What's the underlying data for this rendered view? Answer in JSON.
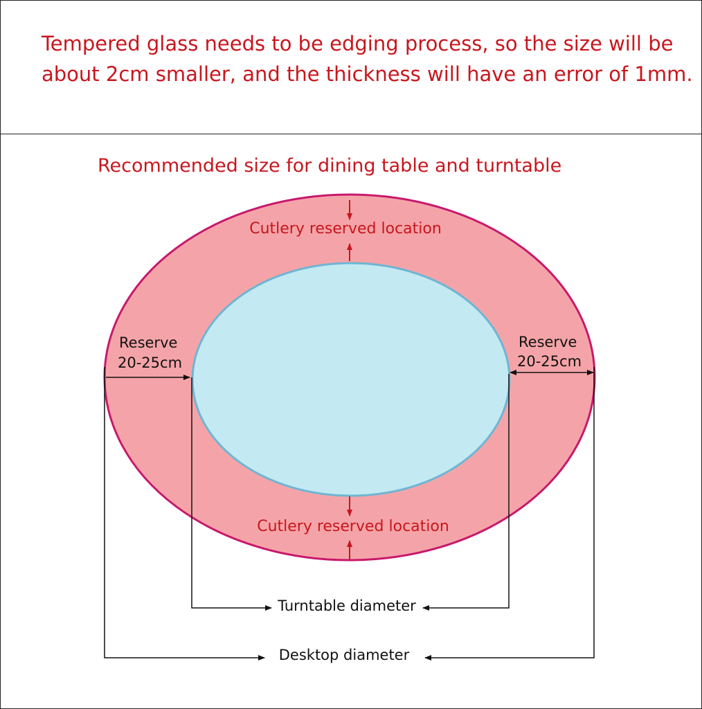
{
  "notice": {
    "line1": "Tempered glass needs to be edging process, so the size will be",
    "line2": "about 2cm smaller, and the thickness will have an error of 1mm."
  },
  "diagram": {
    "title": "Recommended size for dining table and turntable",
    "cutlery_top": "Cutlery reserved location",
    "cutlery_bottom": "Cutlery reserved location",
    "reserve_left_line1": "Reserve",
    "reserve_left_line2": "20-25cm",
    "reserve_right_line1": "Reserve",
    "reserve_right_line2": "20-25cm",
    "turntable_label": "Turntable diameter",
    "desktop_label": "Desktop diameter"
  },
  "colors": {
    "table_fill": "#f4a4a8",
    "table_stroke": "#c8186c",
    "turntable_fill": "#c3e9f2",
    "turntable_stroke": "#6fb5d3",
    "red_text": "#c8161d",
    "line": "#111111"
  }
}
